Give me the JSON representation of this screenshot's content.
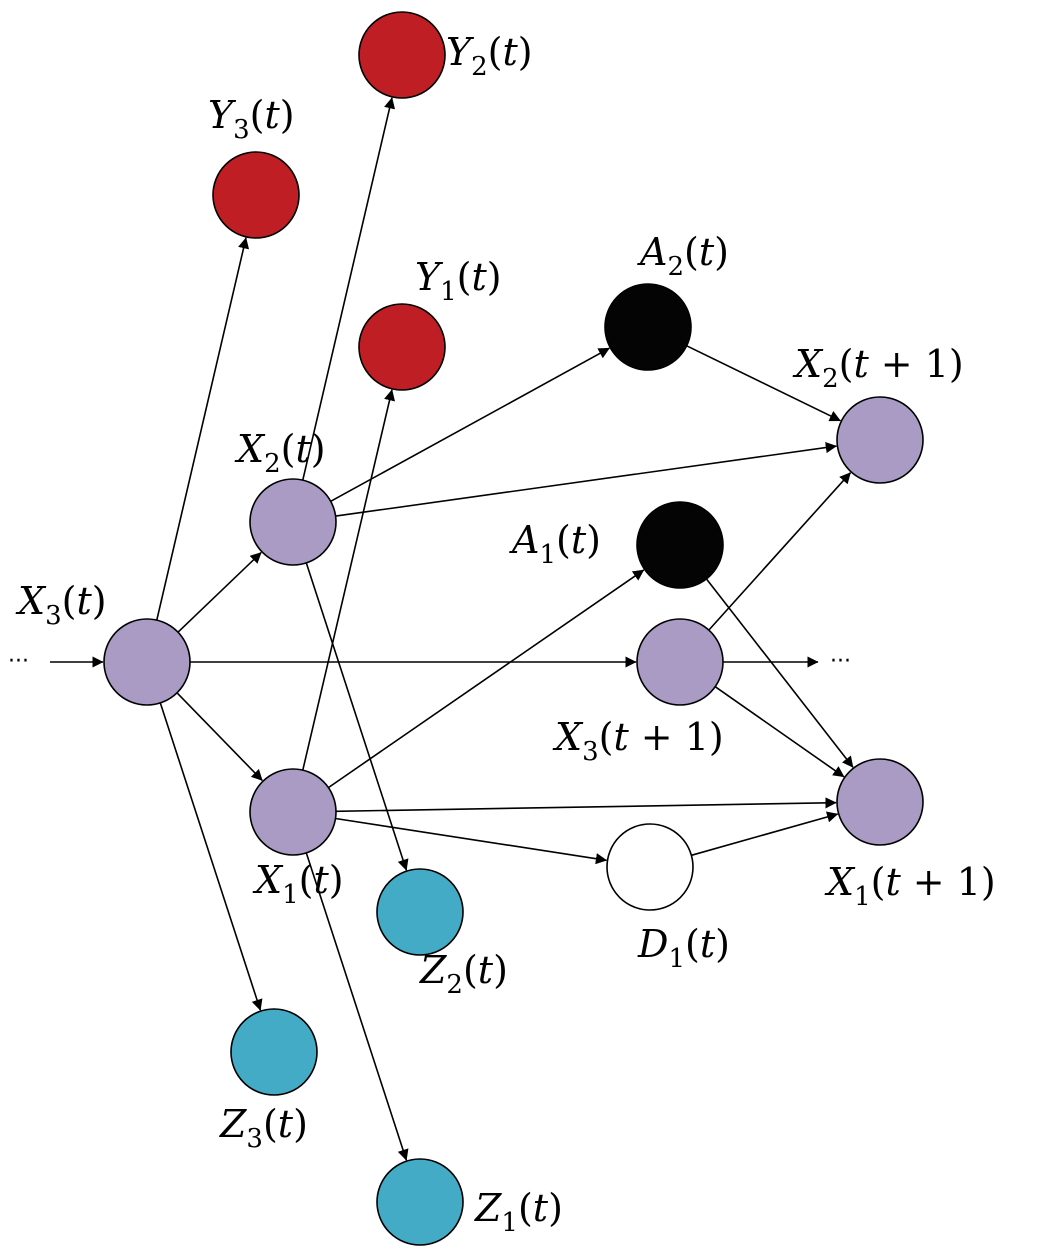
{
  "colors": {
    "latent": "#a99bc4",
    "observed_y": "#be1e24",
    "observed_z": "#44abc6",
    "action": "#040404",
    "decision": "#ffffff",
    "edge": "#000000"
  },
  "nodes": [
    {
      "id": "X3t",
      "var": "X",
      "sub": "3",
      "arg": "(t)",
      "type": "latent"
    },
    {
      "id": "X2t",
      "var": "X",
      "sub": "2",
      "arg": "(t)",
      "type": "latent"
    },
    {
      "id": "X1t",
      "var": "X",
      "sub": "1",
      "arg": "(t)",
      "type": "latent"
    },
    {
      "id": "Y3t",
      "var": "Y",
      "sub": "3",
      "arg": "(t)",
      "type": "observed_y"
    },
    {
      "id": "Y2t",
      "var": "Y",
      "sub": "2",
      "arg": "(t)",
      "type": "observed_y"
    },
    {
      "id": "Y1t",
      "var": "Y",
      "sub": "1",
      "arg": "(t)",
      "type": "observed_y"
    },
    {
      "id": "Z3t",
      "var": "Z",
      "sub": "3",
      "arg": "(t)",
      "type": "observed_z"
    },
    {
      "id": "Z2t",
      "var": "Z",
      "sub": "2",
      "arg": "(t)",
      "type": "observed_z"
    },
    {
      "id": "Z1t",
      "var": "Z",
      "sub": "1",
      "arg": "(t)",
      "type": "observed_z"
    },
    {
      "id": "A2t",
      "var": "A",
      "sub": "2",
      "arg": "(t)",
      "type": "action"
    },
    {
      "id": "A1t",
      "var": "A",
      "sub": "1",
      "arg": "(t)",
      "type": "action"
    },
    {
      "id": "D1t",
      "var": "D",
      "sub": "1",
      "arg": "(t)",
      "type": "decision"
    },
    {
      "id": "X3t1",
      "var": "X",
      "sub": "3",
      "arg": "(t + 1)",
      "type": "latent"
    },
    {
      "id": "X2t1",
      "var": "X",
      "sub": "2",
      "arg": "(t + 1)",
      "type": "latent"
    },
    {
      "id": "X1t1",
      "var": "X",
      "sub": "1",
      "arg": "(t + 1)",
      "type": "latent"
    }
  ],
  "edges": [
    [
      "X3t",
      "Y3t"
    ],
    [
      "X3t",
      "X2t"
    ],
    [
      "X3t",
      "X1t"
    ],
    [
      "X3t",
      "Z3t"
    ],
    [
      "X3t",
      "X3t1"
    ],
    [
      "X2t",
      "Y2t"
    ],
    [
      "X2t",
      "A2t"
    ],
    [
      "X2t",
      "X2t1"
    ],
    [
      "X2t",
      "Z2t"
    ],
    [
      "X1t",
      "Y1t"
    ],
    [
      "X1t",
      "A1t"
    ],
    [
      "X1t",
      "X1t1"
    ],
    [
      "X1t",
      "D1t"
    ],
    [
      "X1t",
      "Z1t"
    ],
    [
      "A2t",
      "X2t1"
    ],
    [
      "A1t",
      "X1t1"
    ],
    [
      "D1t",
      "X1t1"
    ],
    [
      "X3t1",
      "X2t1"
    ],
    [
      "X3t1",
      "X1t1"
    ]
  ],
  "ellipsis_left": "···",
  "ellipsis_right": "···"
}
